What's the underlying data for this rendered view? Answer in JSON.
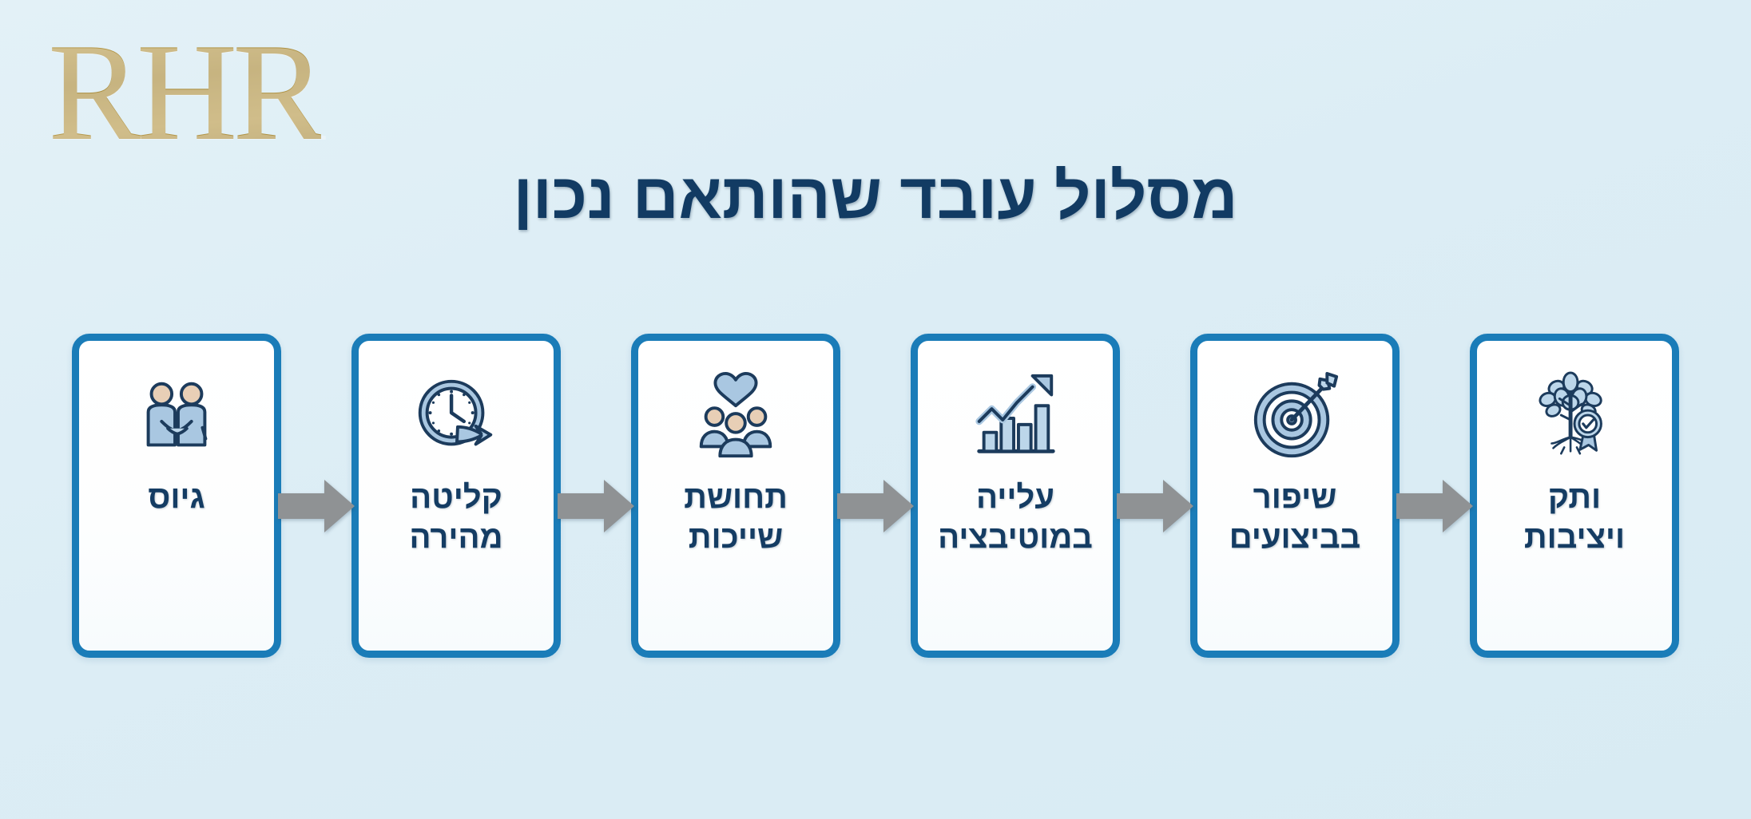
{
  "brand": {
    "logo_text": "RHR",
    "logo_color": "#ab8f44"
  },
  "header": {
    "title": "מסלול עובד שהותאם נכון"
  },
  "theme": {
    "background": "#dcedf5",
    "card_border": "#1a7cb8",
    "card_fill": "#ffffff",
    "text_navy": "#143c63",
    "arrow_gray": "#8f9294",
    "icon_blue": "#a8c6e0",
    "icon_outline": "#1c3b5c",
    "icon_skin": "#e6cdb4"
  },
  "flow": {
    "steps": [
      {
        "id": "recruitment",
        "label": "גיוס",
        "icon": "handshake-icon"
      },
      {
        "id": "fast-onboarding",
        "label": "קליטה\nמהירה",
        "label_lines": [
          "קליטה",
          "מהירה"
        ],
        "icon": "clock-arrow-icon"
      },
      {
        "id": "belonging",
        "label": "תחושת\nשייכות",
        "label_lines": [
          "תחושת",
          "שייכות"
        ],
        "icon": "heart-people-icon"
      },
      {
        "id": "motivation",
        "label": "עלייה\nבמוטיבציה",
        "label_lines": [
          "עלייה",
          "במוטיבציה"
        ],
        "icon": "growth-chart-icon"
      },
      {
        "id": "performance",
        "label": "שיפור\nבביצועים",
        "label_lines": [
          "שיפור",
          "בביצועים"
        ],
        "icon": "target-arrow-icon"
      },
      {
        "id": "retention",
        "label": "ותק\nויציבות",
        "label_lines": [
          "ותק",
          "ויציבות"
        ],
        "icon": "tree-award-icon"
      }
    ],
    "connector_icon": "right-arrow-icon",
    "connector_count": 5
  }
}
